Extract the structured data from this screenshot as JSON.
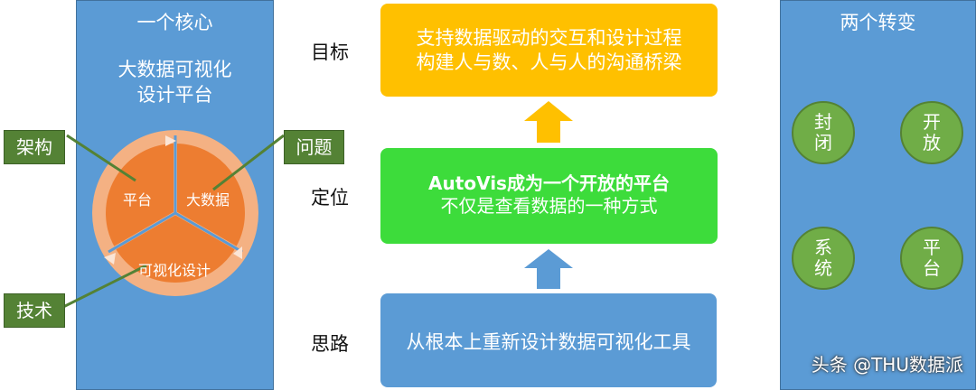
{
  "left": {
    "title": "一个核心",
    "platform_line1": "大数据可视化",
    "platform_line2": "设计平台",
    "segment_platform": "平台",
    "segment_bigdata": "大数据",
    "segment_vis": "可视化设计",
    "tag_architecture": "架构",
    "tag_problem": "问题",
    "tag_technology": "技术"
  },
  "center": {
    "goal_label": "目标",
    "goal_line1": "支持数据驱动的交互和设计过程",
    "goal_line2": "构建人与数、人与人的沟通桥梁",
    "position_label": "定位",
    "position_line1": "AutoVis成为一个开放的平台",
    "position_line2": "不仅是查看数据的一种方式",
    "idea_label": "思路",
    "idea_text": "从根本上重新设计数据可视化工具"
  },
  "right": {
    "title": "两个转变",
    "closed": "封闭",
    "open": "开放",
    "system": "系统",
    "platform": "平台"
  },
  "watermark": "头条 @THU数据派",
  "colors": {
    "panel_blue": "#5b9bd5",
    "pie_orange": "#ed7d31",
    "goal_yellow": "#ffc000",
    "position_green": "#3ddc3b",
    "tag_green": "#548235",
    "circle_green": "#70ad47"
  }
}
